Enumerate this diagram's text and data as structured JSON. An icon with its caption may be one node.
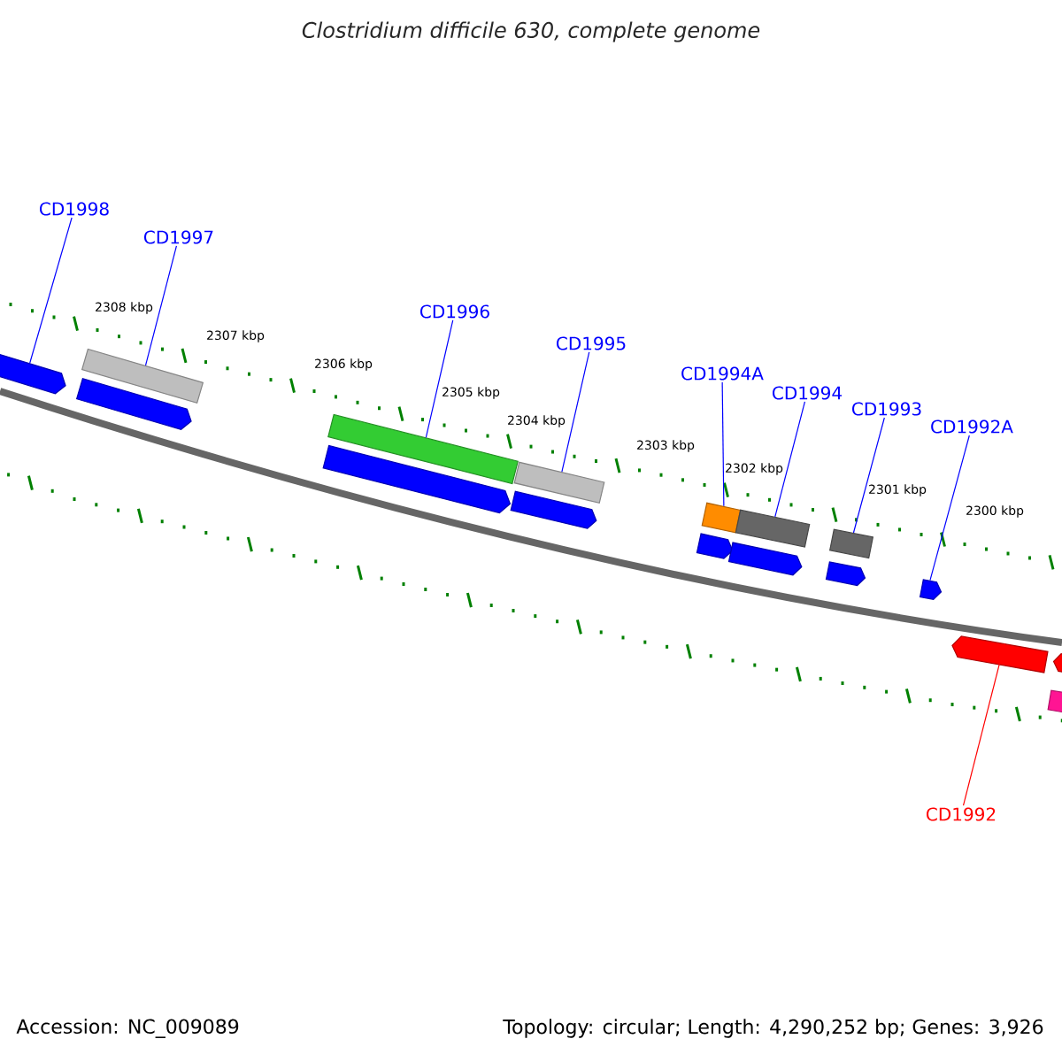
{
  "diagram": {
    "title": "Clostridium difficile 630, complete genome",
    "nodes": [
      {
        "text": [
          "CD1998"
        ]
      },
      {
        "text": [
          "CD1997"
        ]
      },
      {
        "text": [
          "CD1996"
        ]
      },
      {
        "text": [
          "CD1995"
        ]
      },
      {
        "text": [
          "CD1994A"
        ]
      },
      {
        "text": [
          "CD1994"
        ]
      },
      {
        "text": [
          "CD1993"
        ]
      },
      {
        "text": [
          "CD1992A"
        ]
      },
      {
        "text": [
          "CD1992"
        ]
      },
      {
        "text": [],
        "shape": "pentagon"
      },
      {
        "text": [],
        "shape": "bar"
      },
      {
        "text": [],
        "shape": "pentagon"
      },
      {
        "text": [],
        "shape": "bar"
      },
      {
        "text": [],
        "shape": "pentagon"
      },
      {
        "text": [],
        "shape": "bar"
      },
      {
        "text": [],
        "shape": "pentagon"
      },
      {
        "text": [],
        "shape": "pentagon"
      },
      {
        "text": [],
        "shape": "bar"
      },
      {
        "text": [],
        "shape": "bar"
      },
      {
        "text": [],
        "shape": "pentagon"
      },
      {
        "text": [],
        "shape": "bar"
      },
      {
        "text": [],
        "shape": "pentagon"
      },
      {
        "text": [],
        "shape": "pentagon"
      },
      {
        "text": [],
        "shape": "pentagon"
      },
      {
        "text": [],
        "shape": "pentagon"
      },
      {
        "text": [],
        "shape": "bar"
      }
    ],
    "edges": [
      {
        "from": 0,
        "to": 9,
        "arrow": "none"
      },
      {
        "from": 1,
        "to": 10,
        "arrow": "none"
      },
      {
        "from": 2,
        "to": 12,
        "arrow": "none"
      },
      {
        "from": 3,
        "to": 14,
        "arrow": "none"
      },
      {
        "from": 4,
        "to": 17,
        "arrow": "none"
      },
      {
        "from": 5,
        "to": 18,
        "arrow": "none"
      },
      {
        "from": 6,
        "to": 20,
        "arrow": "none"
      },
      {
        "from": 7,
        "to": 22,
        "arrow": "none"
      },
      {
        "from": 8,
        "to": 23,
        "arrow": "none",
        "color": "#ff0000"
      }
    ],
    "labels": [
      "2308 kbp",
      "2307 kbp",
      "2306 kbp",
      "2305 kbp",
      "2304 kbp",
      "2303 kbp",
      "2302 kbp",
      "2301 kbp",
      "2300 kbp",
      "Accession: NC_009089",
      "Topology: circular; Length: 4,290,252 bp; Genes: 3,926"
    ]
  }
}
